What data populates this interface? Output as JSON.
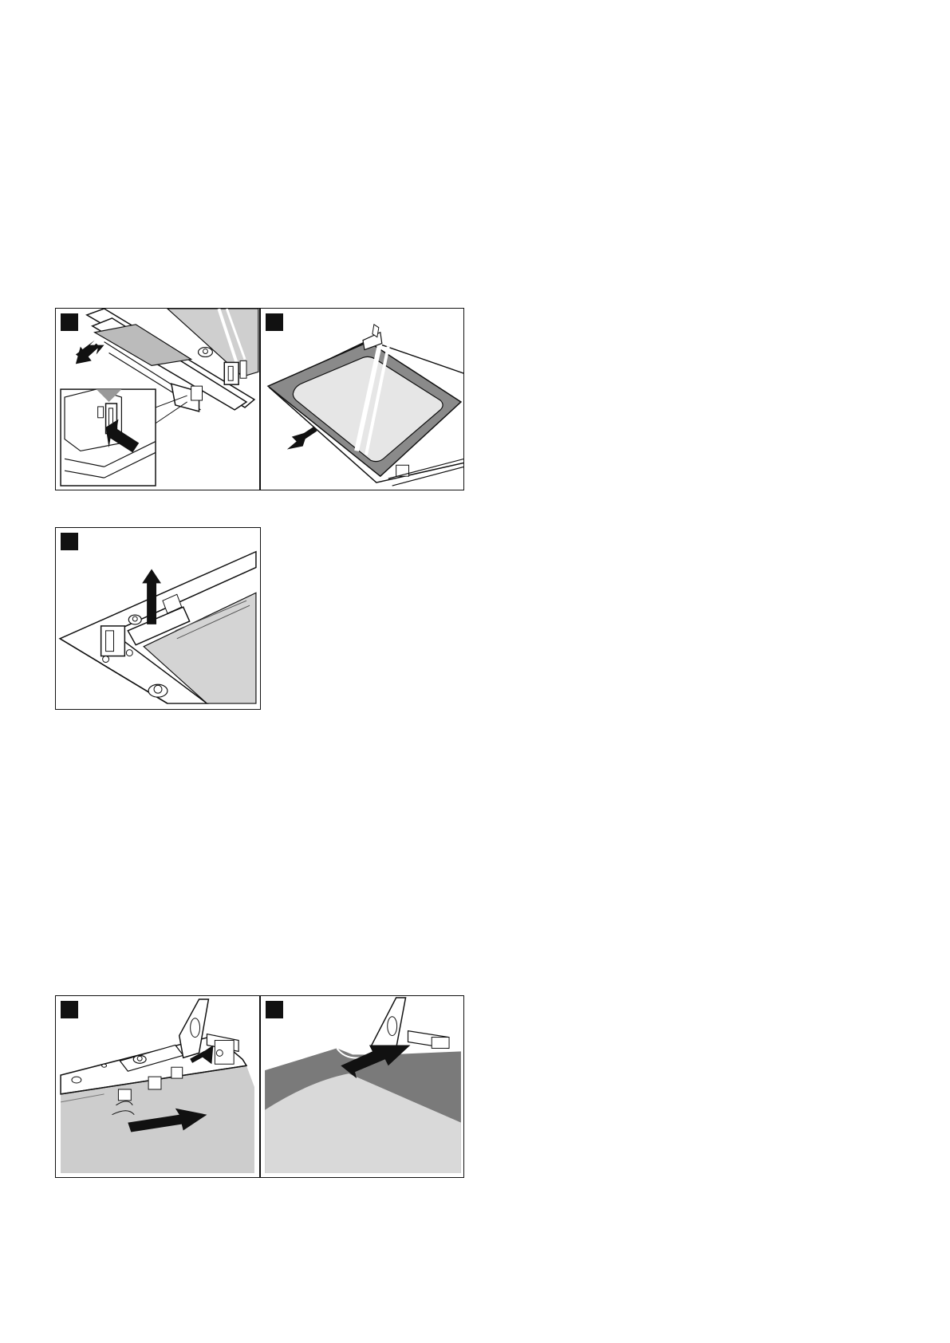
{
  "document": {
    "figures": [
      {
        "id": "fig-top",
        "panels": [
          "panel-1",
          "panel-2"
        ]
      },
      {
        "id": "fig-middle",
        "panels": [
          "panel-3"
        ]
      },
      {
        "id": "fig-bottom",
        "panels": [
          "panel-4",
          "panel-5"
        ]
      }
    ],
    "icons": [
      "arrow-icon",
      "hinge-icon",
      "screw-icon",
      "glass-pane-icon",
      "clip-icon"
    ],
    "colors": {
      "line": "#111111",
      "glass_light": "#d9d9d9",
      "glass_mid": "#c8c8c8",
      "glass_dark": "#7a7a7a"
    }
  }
}
